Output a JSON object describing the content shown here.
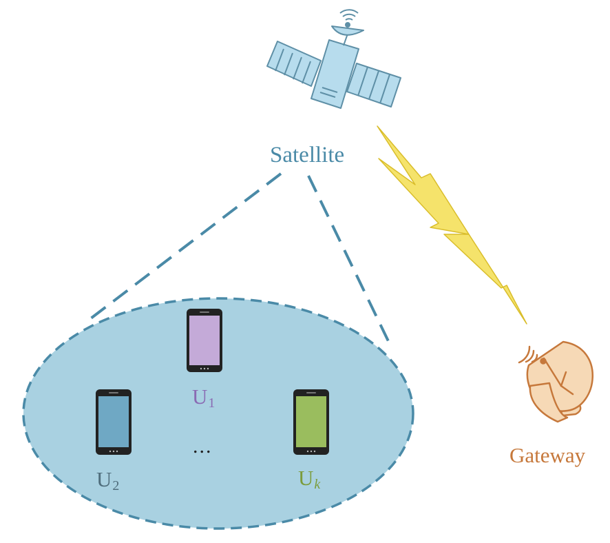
{
  "satellite": {
    "label": "Satellite",
    "color": "#4a8aa7",
    "icon": "satellite-icon"
  },
  "gateway": {
    "label": "Gateway",
    "color": "#c6783b",
    "icon": "satellite-dish-icon"
  },
  "users": [
    {
      "name": "U",
      "sub": "1",
      "color": "#8a6ab3",
      "icon": "smartphone-icon"
    },
    {
      "name": "U",
      "sub": "2",
      "color": "#4f6d7c",
      "icon": "smartphone-icon"
    },
    {
      "name": "U",
      "sub": "k",
      "color": "#7b9c3c",
      "icon": "smartphone-icon"
    }
  ],
  "ellipsis": "...",
  "colors": {
    "coverage_fill": "#a9d1e1",
    "coverage_stroke": "#4a8aa7",
    "link_color": "#e6cf3c"
  }
}
